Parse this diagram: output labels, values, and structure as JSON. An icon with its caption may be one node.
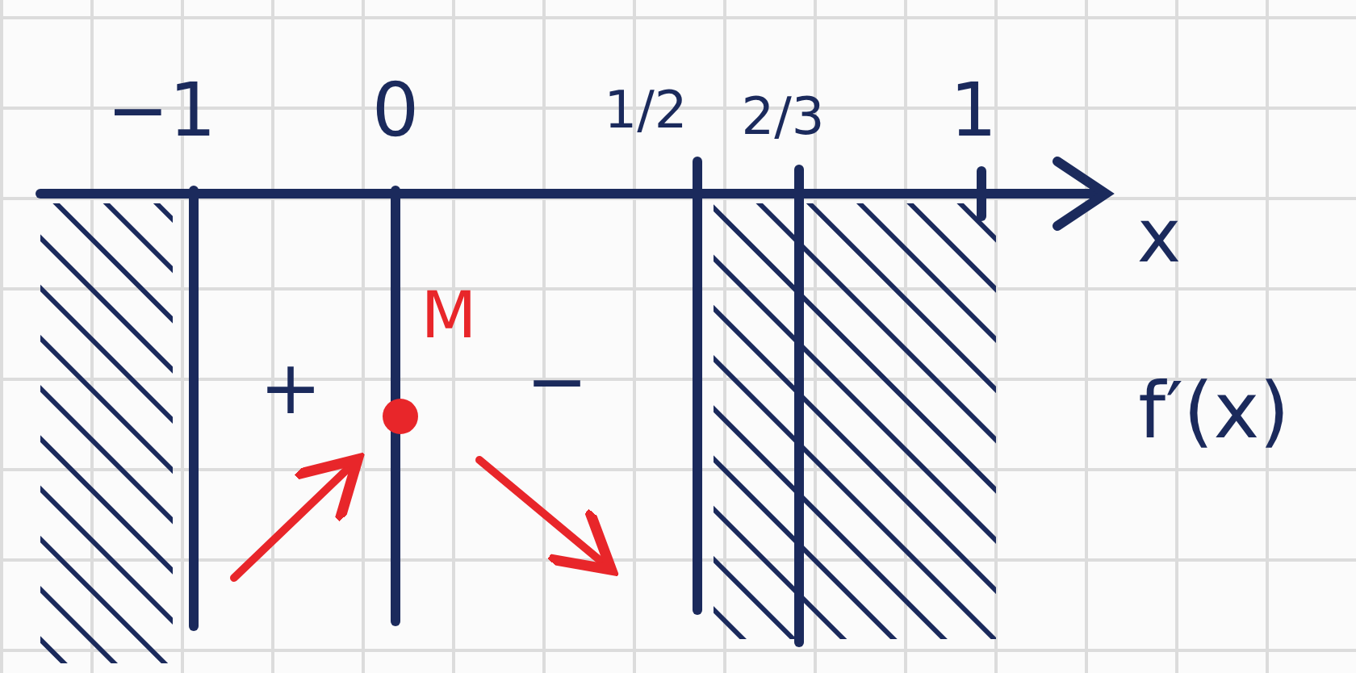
{
  "diagram": {
    "labels": [
      "−1",
      "0",
      "1/2",
      "2/3",
      "1",
      "x",
      "M",
      "+",
      "−",
      "f′(x)"
    ]
  }
}
